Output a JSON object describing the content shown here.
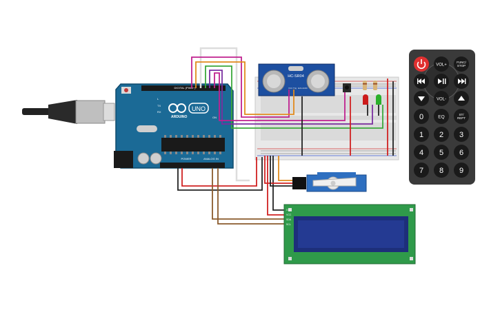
{
  "arduino": {
    "brand": "ARDUINO",
    "model": "UNO",
    "header_digital": "DIGITAL (PWM~)",
    "header_power": "POWER",
    "header_analog": "ANALOG IN",
    "tx": "TX",
    "rx": "RX",
    "l": "L",
    "on": "ON"
  },
  "sensor": {
    "model": "HC-SR04",
    "pins": [
      "VCC",
      "Trig",
      "Echo",
      "GND"
    ]
  },
  "lcd": {
    "pins": [
      "GND",
      "VCC",
      "SDA",
      "SCL"
    ]
  },
  "remote": {
    "buttons": [
      {
        "id": "power",
        "label": "",
        "icon": "power-icon"
      },
      {
        "id": "vol-up",
        "label": "VOL+"
      },
      {
        "id": "func-stop",
        "label": "FUNC/\nSTOP"
      },
      {
        "id": "prev",
        "label": "",
        "icon": "rewind-icon"
      },
      {
        "id": "play-pause",
        "label": "",
        "icon": "play-pause-icon"
      },
      {
        "id": "next",
        "label": "",
        "icon": "fast-forward-icon"
      },
      {
        "id": "down",
        "label": "",
        "icon": "arrow-down-icon"
      },
      {
        "id": "vol-down",
        "label": "VOL-"
      },
      {
        "id": "up",
        "label": "",
        "icon": "arrow-up-icon"
      },
      {
        "id": "zero",
        "label": "0"
      },
      {
        "id": "eq",
        "label": "EQ"
      },
      {
        "id": "st-rept",
        "label": "ST/\nREPT"
      },
      {
        "id": "one",
        "label": "1"
      },
      {
        "id": "two",
        "label": "2"
      },
      {
        "id": "three",
        "label": "3"
      },
      {
        "id": "four",
        "label": "4"
      },
      {
        "id": "five",
        "label": "5"
      },
      {
        "id": "six",
        "label": "6"
      },
      {
        "id": "seven",
        "label": "7"
      },
      {
        "id": "eight",
        "label": "8"
      },
      {
        "id": "nine",
        "label": "9"
      }
    ]
  },
  "colors": {
    "arduino_board": "#1b6a96",
    "breadboard": "#e8e8e8",
    "lcd_board": "#2f9a4a",
    "lcd_screen": "#1d2f7a",
    "sensor_board": "#1d4fa0",
    "servo_body": "#2e6fc0",
    "remote_body": "#3a3a3a",
    "power_button": "#e03030",
    "wire_red": "#d02020",
    "wire_black": "#222222",
    "wire_magenta": "#c0208f",
    "wire_orange": "#e08a1c",
    "wire_yellow": "#e2c41c",
    "wire_green": "#3aa83a",
    "wire_purple": "#7a2fa0",
    "wire_brown": "#8a5a2b",
    "wire_blue": "#2060c0",
    "wire_white": "#dddddd",
    "led_red": "#cc1b1b",
    "led_green": "#2bb02b"
  }
}
